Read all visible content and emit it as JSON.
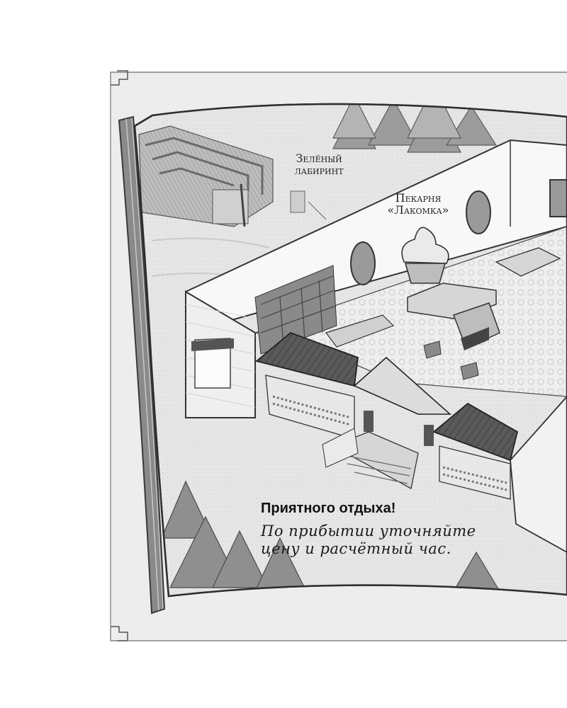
{
  "map_labels": {
    "maze": [
      "Зелёный",
      "лабиринт"
    ],
    "bakery": [
      "Пекарня",
      "«Лакомка»"
    ]
  },
  "caption": {
    "greeting": "Приятного отдыха!",
    "note_lines": [
      "По прибытии уточняйте",
      "цену и расчётный час."
    ]
  },
  "colors": {
    "page_bg": "#ffffff",
    "paper": "#ececec",
    "ink": "#1e1e1e",
    "building_wall": "#f7f7f7",
    "roof": "#555555"
  }
}
